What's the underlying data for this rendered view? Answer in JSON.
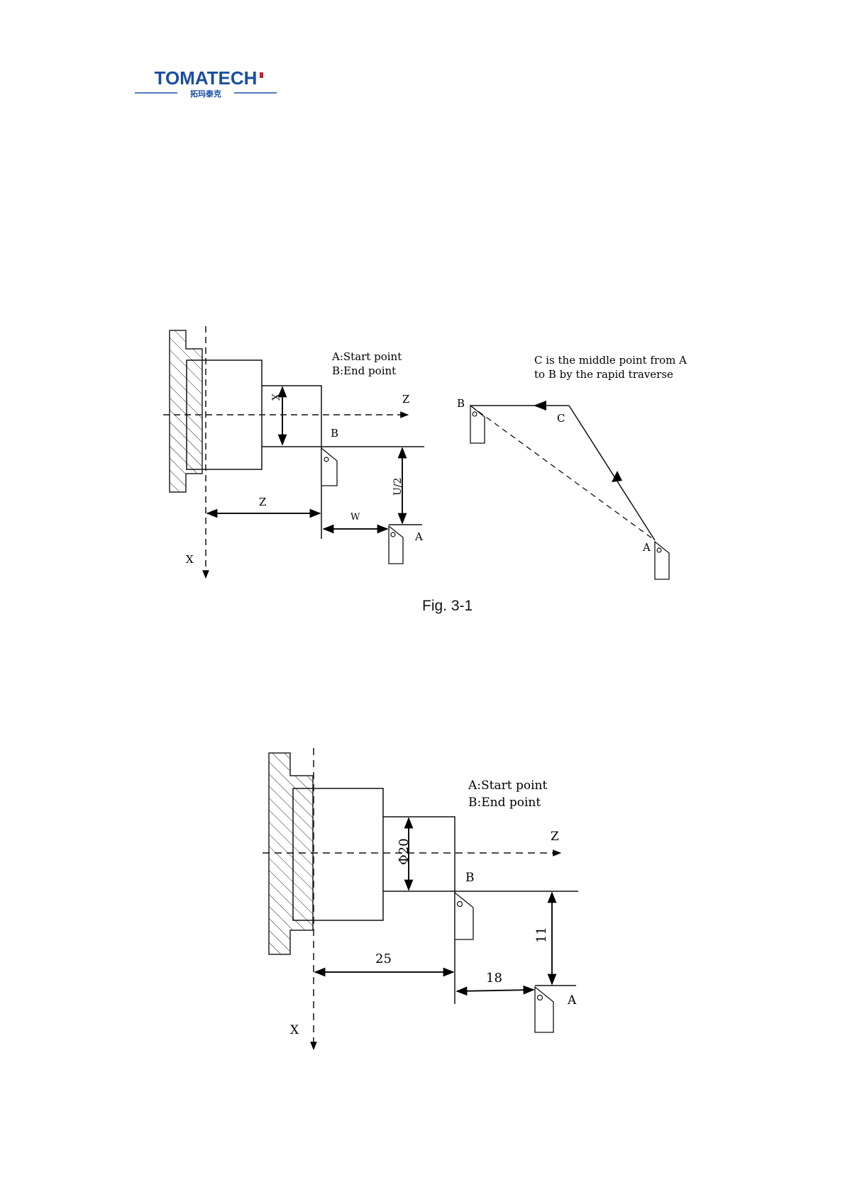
{
  "header": {
    "logo_text": "TOMATECH",
    "logo_subtext": "拓玛泰克",
    "brand_color": "#1a4fa0",
    "accent_color": "#d0202a"
  },
  "figure1": {
    "legend_a": "A:Start point",
    "legend_b": "B:End point",
    "note_line1": "C is the middle point from A",
    "note_line2": "to B by the rapid traverse",
    "label_z_axis": "Z",
    "label_x_axis": "X",
    "label_x_dim": "X",
    "label_z_dim": "Z",
    "label_u2_dim": "U/2",
    "label_w_dim": "W",
    "label_point_b": "B",
    "label_point_a": "A",
    "right_label_b": "B",
    "right_label_c": "C",
    "right_label_a": "A",
    "caption": "Fig. 3-1"
  },
  "figure2": {
    "legend_a": "A:Start point",
    "legend_b": "B:End point",
    "label_z_axis": "Z",
    "label_x_axis": "X",
    "label_phi_dim": "Φ20",
    "label_25_dim": "25",
    "label_18_dim": "18",
    "label_11_dim": "11",
    "label_point_b": "B",
    "label_point_a": "A"
  }
}
